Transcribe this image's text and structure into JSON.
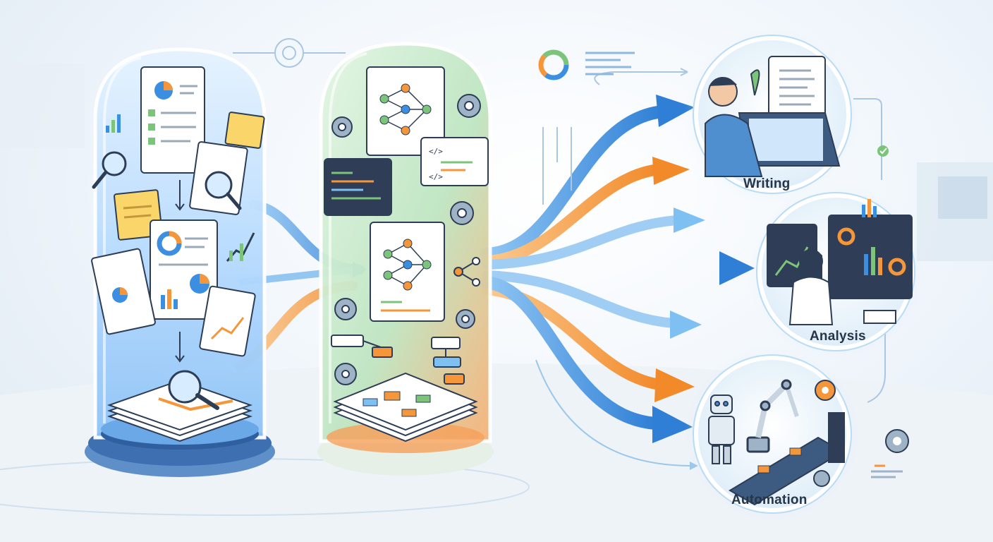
{
  "outputs": {
    "writing": "Writing",
    "analysis": "Analysis",
    "automation": "Automation"
  },
  "icons": {
    "code_open": "</>",
    "code_close": "</>"
  },
  "colors": {
    "blue": "#3b8ee0",
    "orange": "#f5963a",
    "green": "#7cc47a",
    "light_blue": "#7fc0f2"
  }
}
